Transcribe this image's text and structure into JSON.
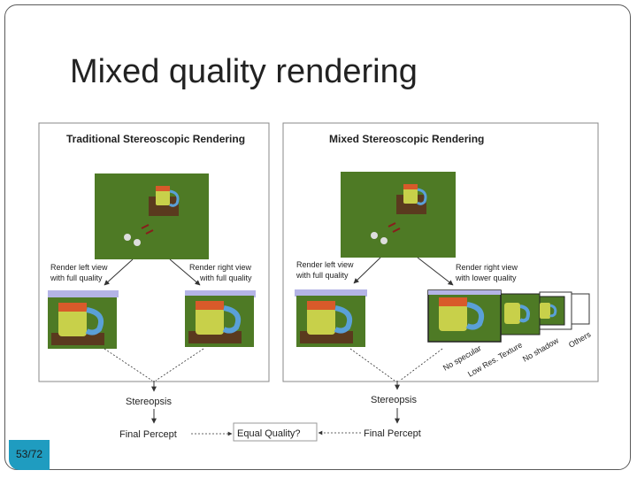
{
  "slide": {
    "title": "Mixed quality rendering",
    "page_number": "53/72"
  },
  "figure": {
    "left_panel": {
      "heading": "Traditional Stereoscopic Rendering",
      "left_label": [
        "Render left view",
        "with full quality"
      ],
      "right_label": [
        "Render right view",
        "with full quality"
      ]
    },
    "right_panel": {
      "heading": "Mixed Stereoscopic Rendering",
      "left_label": [
        "Render left view",
        "with full quality"
      ],
      "right_label": [
        "Render right view",
        "with lower quality"
      ],
      "degradations": [
        "No specular",
        "Low Res. Texture",
        "No shadow",
        "Others"
      ]
    },
    "bottom": {
      "stereopsis_left": "Stereopsis",
      "stereopsis_right": "Stereopsis",
      "final_left": "Final Percept",
      "equal_quality": "Equal Quality?",
      "final_right": "Final Percept"
    }
  },
  "colors": {
    "scene_green": "#4e7a25",
    "accent_blue": "#1f9cc0",
    "view_strip": "#b4b4e6"
  }
}
